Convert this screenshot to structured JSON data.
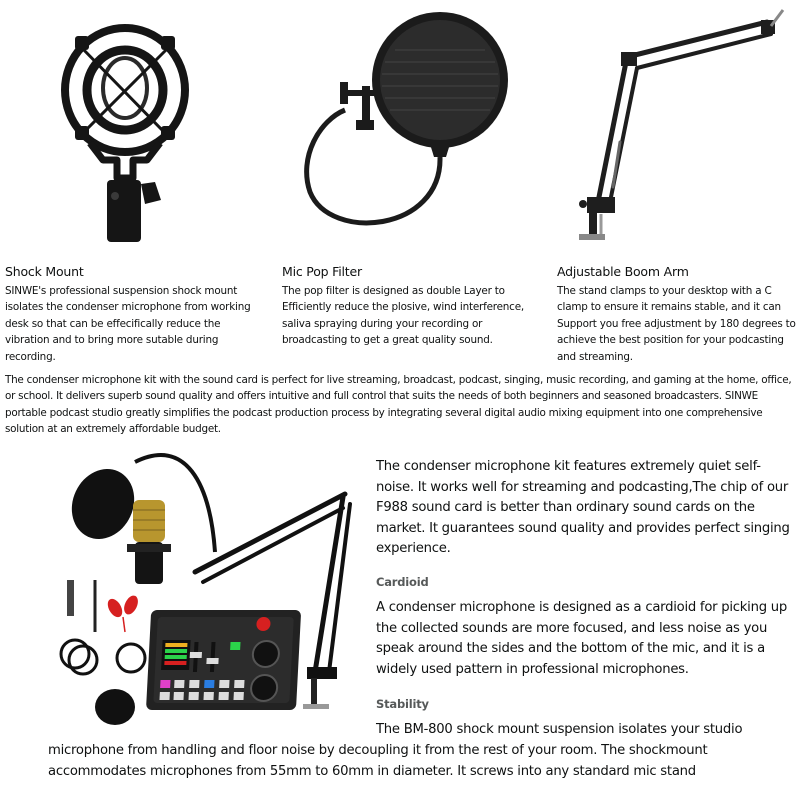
{
  "features": [
    {
      "title": "Shock Mount",
      "image": "shock-mount-image",
      "body": "SINWE's professional suspension shock mount isolates the condenser microphone from working desk so that can be effecifically reduce the vibration and to bring more sutable during recording."
    },
    {
      "title": "Mic Pop Filter",
      "image": "pop-filter-image",
      "body": "The pop filter is designed as double Layer to Efficiently reduce the plosive, wind interference, saliva spraying during your recording or broadcasting to get a great quality sound."
    },
    {
      "title": "Adjustable Boom Arm",
      "image": "boom-arm-image",
      "body": "The stand clamps to your desktop with a C clamp to ensure it remains stable, and it can Support you free adjustment by 180 degrees to achieve the best position for your podcasting and streaming."
    }
  ],
  "intro": "The condenser microphone kit with the sound card is perfect for live streaming, broadcast, podcast, singing, music recording, and gaming at the home, office, or school. It delivers superb sound quality and offers intuitive and full control that suits the needs of both beginners and seasoned broadcasters. SINWE portable podcast studio greatly simplifies the podcast production process by integrating several digital audio mixing equipment into one comprehensive solution at an extremely affordable budget.",
  "kit": {
    "image": "microphone-kit-image",
    "overview": "The condenser microphone kit features extremely quiet self-noise. It works well for streaming and podcasting,The chip of our F988 sound card is better than ordinary sound cards on the market. It guarantees sound quality and provides perfect singing experience.",
    "sections": [
      {
        "heading": "Cardioid",
        "body": "A condenser microphone is designed as a cardioid for picking up the collected sounds are more focused, and less noise as you speak around the sides and the bottom of the mic, and it is a widely used pattern in professional microphones."
      },
      {
        "heading": "Stability",
        "lines": [
          "The BM-800 shock mount suspension isolates your studio",
          "microphone from handling and floor noise by decoupling it from the rest of your room. The shockmount",
          "accommodates microphones from 55mm to 60mm in diameter. It screws into any standard mic stand"
        ]
      }
    ]
  },
  "colors": {
    "text": "#0f1111",
    "subheading": "#565959",
    "gold": "#b8962e",
    "red": "#d62020",
    "pink": "#e040c8",
    "blue": "#2a7de1",
    "green": "#2bd34a"
  }
}
